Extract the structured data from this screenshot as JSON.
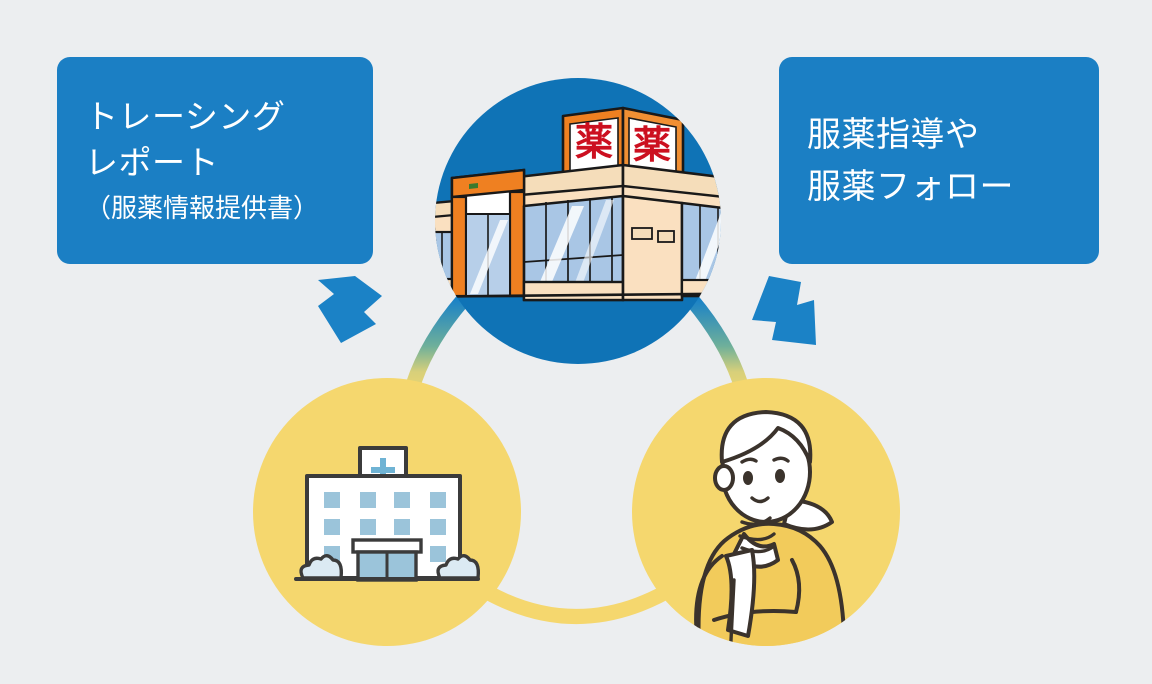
{
  "background_color": "#eceef0",
  "callouts": {
    "left": {
      "name": "tracing-report-callout",
      "bg_color": "#1b7fc4",
      "text_color": "#ffffff",
      "line1": "トレーシング",
      "line2": "レポート",
      "line3": "（服薬情報提供書）"
    },
    "right": {
      "name": "medication-guidance-callout",
      "bg_color": "#1b7fc4",
      "text_color": "#ffffff",
      "line1": "服薬指導や",
      "line2": "服薬フォロー"
    }
  },
  "nodes": {
    "pharmacy": {
      "label": "pharmacy-building",
      "circle_color": "#0f73b6",
      "sign_text_1": "薬",
      "sign_text_2": "薬",
      "sign_text_color": "#cc1020",
      "accent_color": "#ef8021",
      "wall_color": "#f8d3a6",
      "glass_color": "#a9c6e5"
    },
    "hospital": {
      "label": "hospital-building",
      "circle_color": "#f5d76e",
      "body_color": "#ffffff",
      "window_color": "#9bc4da",
      "cross_color": "#6fb3d4",
      "outline_color": "#3b3b3b"
    },
    "patient": {
      "label": "patient-person",
      "circle_color": "#f5d76e",
      "clothes_color": "#f2cb5b",
      "skin_color": "#ffffff",
      "outline_color": "#3b332c"
    }
  },
  "connectors": {
    "arrow_left": {
      "name": "arrow-pharmacy-to-hospital",
      "color": "#1b82c6",
      "direction": "down-left"
    },
    "arrow_right": {
      "name": "arrow-pharmacy-to-patient",
      "color": "#1b82c6",
      "direction": "down-right"
    },
    "arc_left": {
      "name": "arc-hospital-to-pharmacy",
      "color_start": "#1b82c6",
      "color_end": "#f5d76e"
    },
    "arc_right": {
      "name": "arc-patient-to-pharmacy",
      "color_start": "#1b82c6",
      "color_end": "#f5d76e"
    },
    "arc_bottom": {
      "name": "arc-hospital-to-patient",
      "color": "#f5d76e"
    }
  }
}
